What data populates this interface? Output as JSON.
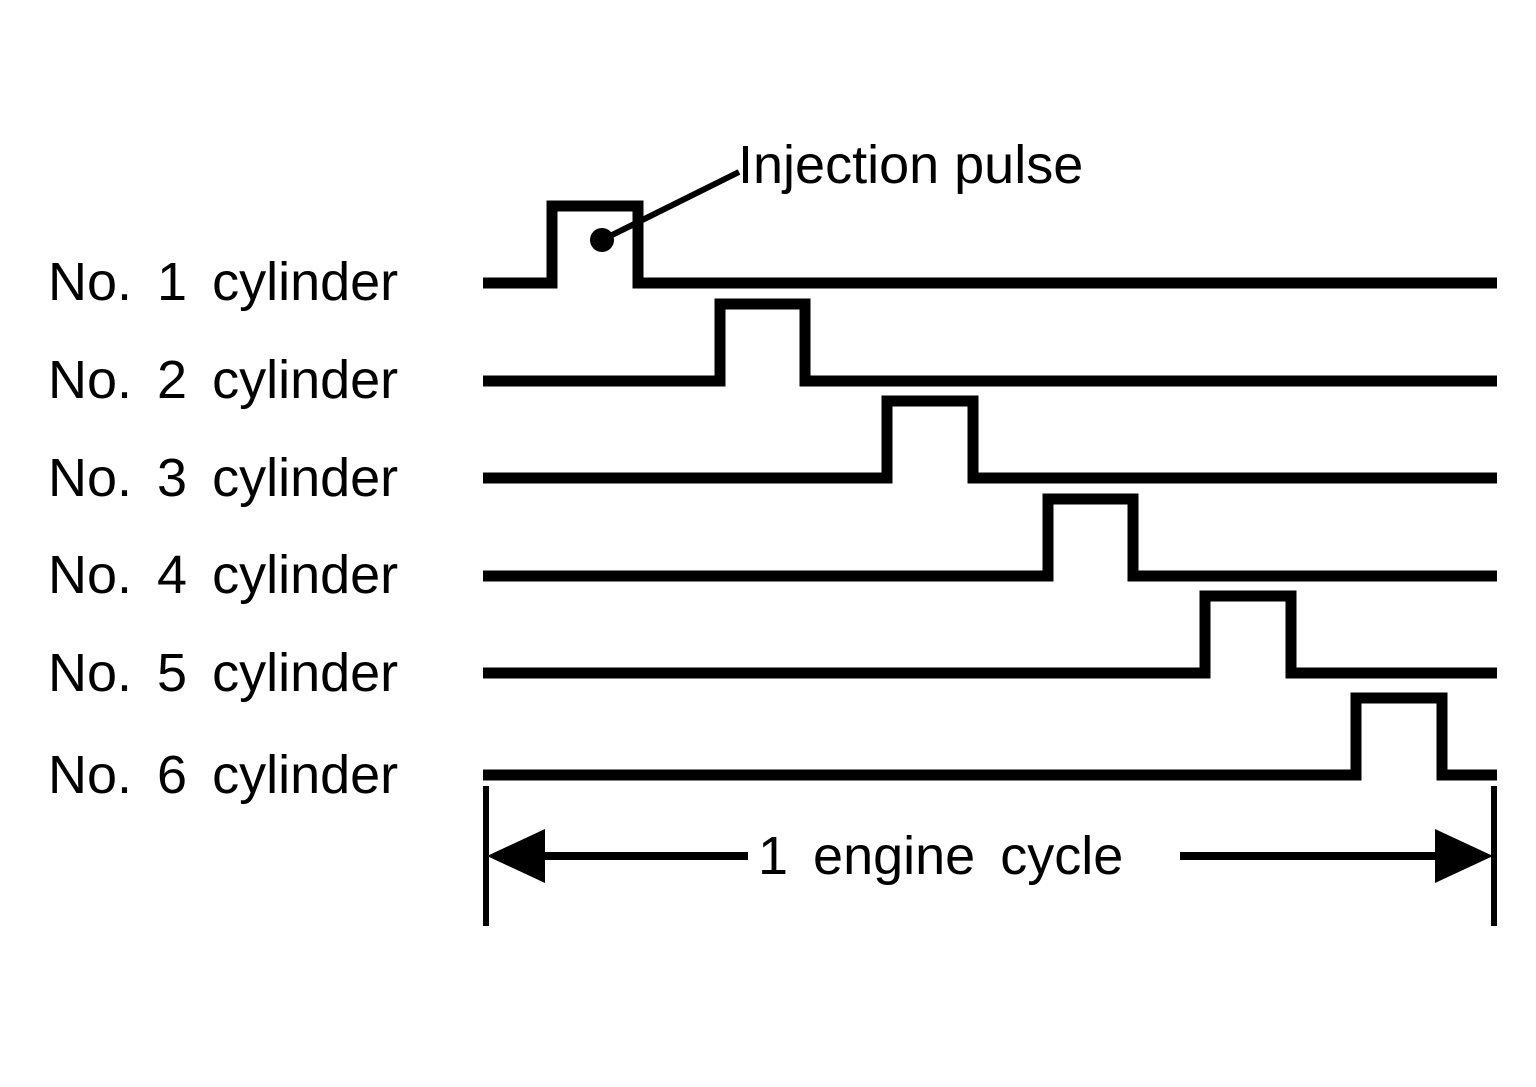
{
  "figure": {
    "title_text": "",
    "background_color": "#ffffff",
    "line_color": "#000000"
  },
  "rows": [
    {
      "label": "No.  1  cylinder"
    },
    {
      "label": "No.  2  cylinder"
    },
    {
      "label": "No.  3  cylinder"
    },
    {
      "label": "No.  4  cylinder"
    },
    {
      "label": "No.  5  cylinder"
    },
    {
      "label": "No.  6  cylinder"
    }
  ],
  "annotations": {
    "injection_pulse_label": "Injection pulse",
    "engine_cycle_label": "1  engine  cycle"
  },
  "chart_data": {
    "type": "line",
    "title": "",
    "xlabel": "1 engine cycle",
    "ylabel": "",
    "grid": false,
    "legend_position": "none",
    "description": "Six-cylinder sequential fuel injection timing diagram. Each cylinder trace is a digital signal that is low (off) for most of the engine cycle and goes high for one injection pulse, evenly staggered in firing order 1-2-3-4-5-6.",
    "xlim": [
      0,
      6
    ],
    "ylim": [
      0,
      1
    ],
    "x_axis_unit": "engine cycle fraction",
    "series": [
      {
        "name": "No. 1 cylinder",
        "pulse_start": 0.8,
        "pulse_end": 1.65,
        "values": [
          0,
          1,
          0,
          0,
          0,
          0,
          0
        ]
      },
      {
        "name": "No. 2 cylinder",
        "pulse_start": 2.44,
        "pulse_end": 3.29,
        "values": [
          0,
          0,
          0,
          1,
          0,
          0,
          0
        ]
      },
      {
        "name": "No. 3 cylinder",
        "pulse_start": 4.08,
        "pulse_end": 4.93,
        "values": [
          0,
          0,
          0,
          0,
          1,
          0,
          0
        ]
      },
      {
        "name": "No. 4 cylinder",
        "pulse_start": 5.69,
        "pulse_end": 6.54,
        "values": [
          0,
          0,
          0,
          0,
          0,
          1,
          0
        ]
      },
      {
        "name": "No. 5 cylinder",
        "pulse_start": 7.26,
        "pulse_end": 8.11,
        "values": [
          0,
          0,
          0,
          0,
          0,
          0,
          1
        ]
      },
      {
        "name": "No. 6 cylinder",
        "pulse_start": 8.76,
        "pulse_end": 9.61,
        "values": [
          0,
          0,
          0,
          0,
          0,
          0,
          1
        ]
      }
    ],
    "annotations": [
      {
        "text": "Injection pulse",
        "target_series": "No. 1 cylinder"
      },
      {
        "text": "1 engine cycle",
        "span": "full"
      }
    ]
  }
}
